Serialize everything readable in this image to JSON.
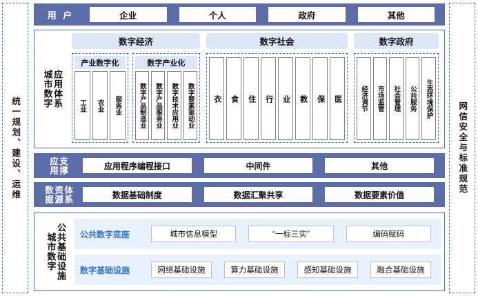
{
  "rails": {
    "left_label": "统一规划、建设、运维",
    "right_label": "网信安全与标准规范"
  },
  "user_bar": {
    "label": "用 户",
    "items": [
      "企业",
      "个人",
      "政府",
      "其他"
    ]
  },
  "application_system": {
    "side_label_1": "城市数字",
    "side_label_2": "应用体系",
    "domains": [
      {
        "title": "数字经济",
        "subgroups": [
          {
            "title": "产业数字化",
            "leaves": [
              "工业",
              "农业",
              "服务业"
            ]
          },
          {
            "title": "数字产业化",
            "leaves": [
              "数字产品制造业",
              "数字产品服务业",
              "数字技术应用业",
              "数字要素驱动业"
            ]
          }
        ]
      },
      {
        "title": "数字社会",
        "subgroups": [
          {
            "title": "",
            "leaves": [
              "衣",
              "食",
              "住",
              "行",
              "业",
              "教",
              "保",
              "医"
            ]
          }
        ]
      },
      {
        "title": "数字政府",
        "subgroups": [
          {
            "title": "",
            "leaves": [
              "经济调节",
              "市场监管",
              "社会管理",
              "公共服务",
              "生态环境保护"
            ]
          }
        ]
      }
    ]
  },
  "support_band": {
    "label_1": "应用",
    "label_2": "支撑",
    "items": [
      "应用程序编程接口",
      "中间件",
      "其他"
    ]
  },
  "data_band": {
    "label_1": "数据",
    "label_2": "资源",
    "label_3": "体系",
    "items": [
      "数据基础制度",
      "数据汇聚共享",
      "数据要素价值"
    ]
  },
  "infrastructure": {
    "side_label_1": "城市数字",
    "side_label_2": "公共基础设施",
    "rows": [
      {
        "label": "公共数字底座",
        "items": [
          "城市信息模型",
          "“一标三实”",
          "编码赋码"
        ]
      },
      {
        "label": "数字基础设施",
        "items": [
          "网络基础设施",
          "算力基础设施",
          "感知基础设施",
          "融合基础设施"
        ]
      }
    ]
  },
  "colors": {
    "band_blue": "#5B6CA8",
    "border_blue": "#4472C4",
    "head_light_blue": "#DCE6F7",
    "row_light_blue": "#E8F0FB",
    "accent_text": "#2E75D4"
  }
}
